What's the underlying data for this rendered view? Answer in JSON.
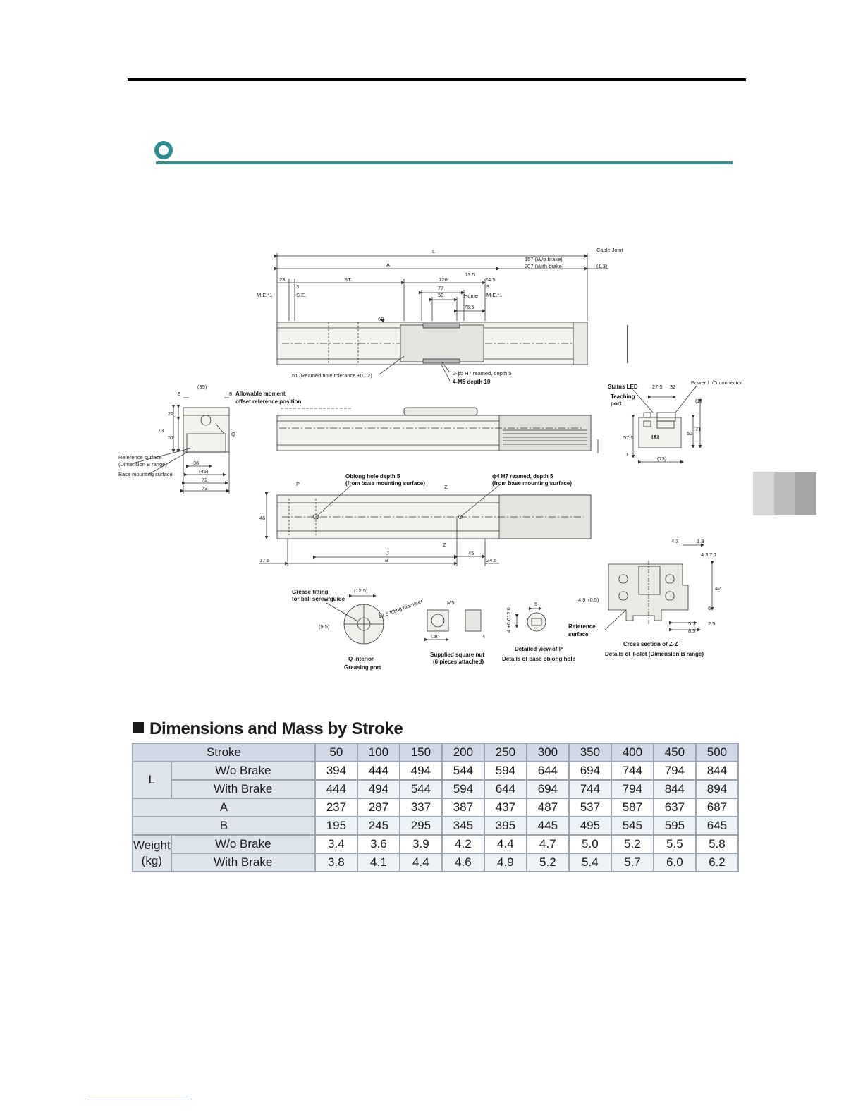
{
  "colors": {
    "accent": "#2e8b8f",
    "table_header": "#cfd8e4",
    "table_label": "#dde4ec",
    "tab_light": "#d7d7d7",
    "tab_mid": "#bcbcbc",
    "tab_dark": "#a6a6a6"
  },
  "drawing": {
    "L": "L",
    "A": "A",
    "ST": "ST",
    "B": "B",
    "J": "J",
    "cable_joint": "Cable Joint",
    "w_o_brake": "157 (W/o brake)",
    "with_brake": "207 (With brake)",
    "d_1_3": "(1.3)",
    "d_23": "23",
    "d_3a": "3",
    "d_3b": "3",
    "me1a": "M.E.*1",
    "se": "S.E.",
    "me1b": "M.E.*1",
    "home": "Home",
    "d_126": "126",
    "d_77": "77",
    "d_50": "50",
    "d_13_5": "13.5",
    "d_24_5": "24.5",
    "d_76_5": "76.5",
    "d_69": "69",
    "reamed_tol": "61 (Reamed hole tolerance ±0.02)",
    "reamed_5h7": "2-ϕ5 H7 reamed, depth 5",
    "m5_depth": "4-M5 depth 10",
    "d_8a": "8",
    "d_8b": "8",
    "d_39": "(39)",
    "allowable": "Allowable moment",
    "offset_ref": "offset reference position",
    "d_22": "22",
    "d_73v": "73",
    "d_51": "51",
    "ref_surface_l": "Reference surface",
    "dim_b_range": "(Dimension B range)",
    "base_mount": "Base mounting surface",
    "d_36": "36",
    "d_46": "(46)",
    "d_72": "72",
    "d_73h": "73",
    "q_label": "Q",
    "status_led": "Status LED",
    "teaching": "Teaching",
    "port": "port",
    "d_27_5": "27.5",
    "d_32": "32",
    "power_io": "Power / I/O connector",
    "d_1a": "(1)",
    "d_57_5": "57.5",
    "d_52": "52",
    "d_71": "71",
    "d_1b": "1",
    "d_73c": "(73)",
    "p_label": "P",
    "oblong": "Oblong hole depth 5",
    "from_base_a": "(from base mounting surface)",
    "reamed_4h7": "ϕ4 H7 reamed, depth 5",
    "from_base_b": "(from base mounting surface)",
    "z1": "Z",
    "z2": "Z",
    "d_46b": "46",
    "d_17_5": "17.5",
    "d_45": "45",
    "d_24_5b": "24.5",
    "d_4_3": "4.3",
    "d_1_8": "1.8",
    "d_4_3b": "4.3",
    "d_7_1": "7.1",
    "d_42": "42",
    "d_6": "6",
    "d_4_9": "4.9",
    "d_0_5": "(0.5)",
    "d_5_3": "5.3",
    "d_8_5": "8.5",
    "d_2_5": "2.5",
    "ref_surface_r": "Reference",
    "surface_r": "surface",
    "cross_zz": "Cross section of Z-Z",
    "tslot": "Details of T-slot (Dimension B range)",
    "grease_fitting": "Grease fitting",
    "for_ball": "for ball screw/guide",
    "d_12_5": "(12.5)",
    "fitting_dia": "ϕ3.5 fitting diameter",
    "d_9_5": "(9.5)",
    "q_interior": "Q interior",
    "greasing_port": "Greasing port",
    "m5": "M5",
    "sq8": "□8",
    "d_4": "4",
    "supplied_nut": "Supplied square nut",
    "six_pieces": "(6 pieces attached)",
    "d_5": "5",
    "tol": "4 +0.012 0",
    "detail_p": "Detailed view of P",
    "details_oblong": "Details of base oblong hole",
    "iai_logo": "IAI"
  },
  "table": {
    "title": "Dimensions and Mass by Stroke",
    "stroke_label": "Stroke",
    "strokes": [
      "50",
      "100",
      "150",
      "200",
      "250",
      "300",
      "350",
      "400",
      "450",
      "500"
    ],
    "L_label": "L",
    "wo_brake": "W/o Brake",
    "with_brake": "With Brake",
    "L_wo": [
      "394",
      "444",
      "494",
      "544",
      "594",
      "644",
      "694",
      "744",
      "794",
      "844"
    ],
    "L_with": [
      "444",
      "494",
      "544",
      "594",
      "644",
      "694",
      "744",
      "794",
      "844",
      "894"
    ],
    "A_label": "A",
    "A": [
      "237",
      "287",
      "337",
      "387",
      "437",
      "487",
      "537",
      "587",
      "637",
      "687"
    ],
    "B_label": "B",
    "B": [
      "195",
      "245",
      "295",
      "345",
      "395",
      "445",
      "495",
      "545",
      "595",
      "645"
    ],
    "weight_label": "Weight",
    "weight_unit": "(kg)",
    "W_wo": [
      "3.4",
      "3.6",
      "3.9",
      "4.2",
      "4.4",
      "4.7",
      "5.0",
      "5.2",
      "5.5",
      "5.8"
    ],
    "W_with": [
      "3.8",
      "4.1",
      "4.4",
      "4.6",
      "4.9",
      "5.2",
      "5.4",
      "5.7",
      "6.0",
      "6.2"
    ]
  }
}
